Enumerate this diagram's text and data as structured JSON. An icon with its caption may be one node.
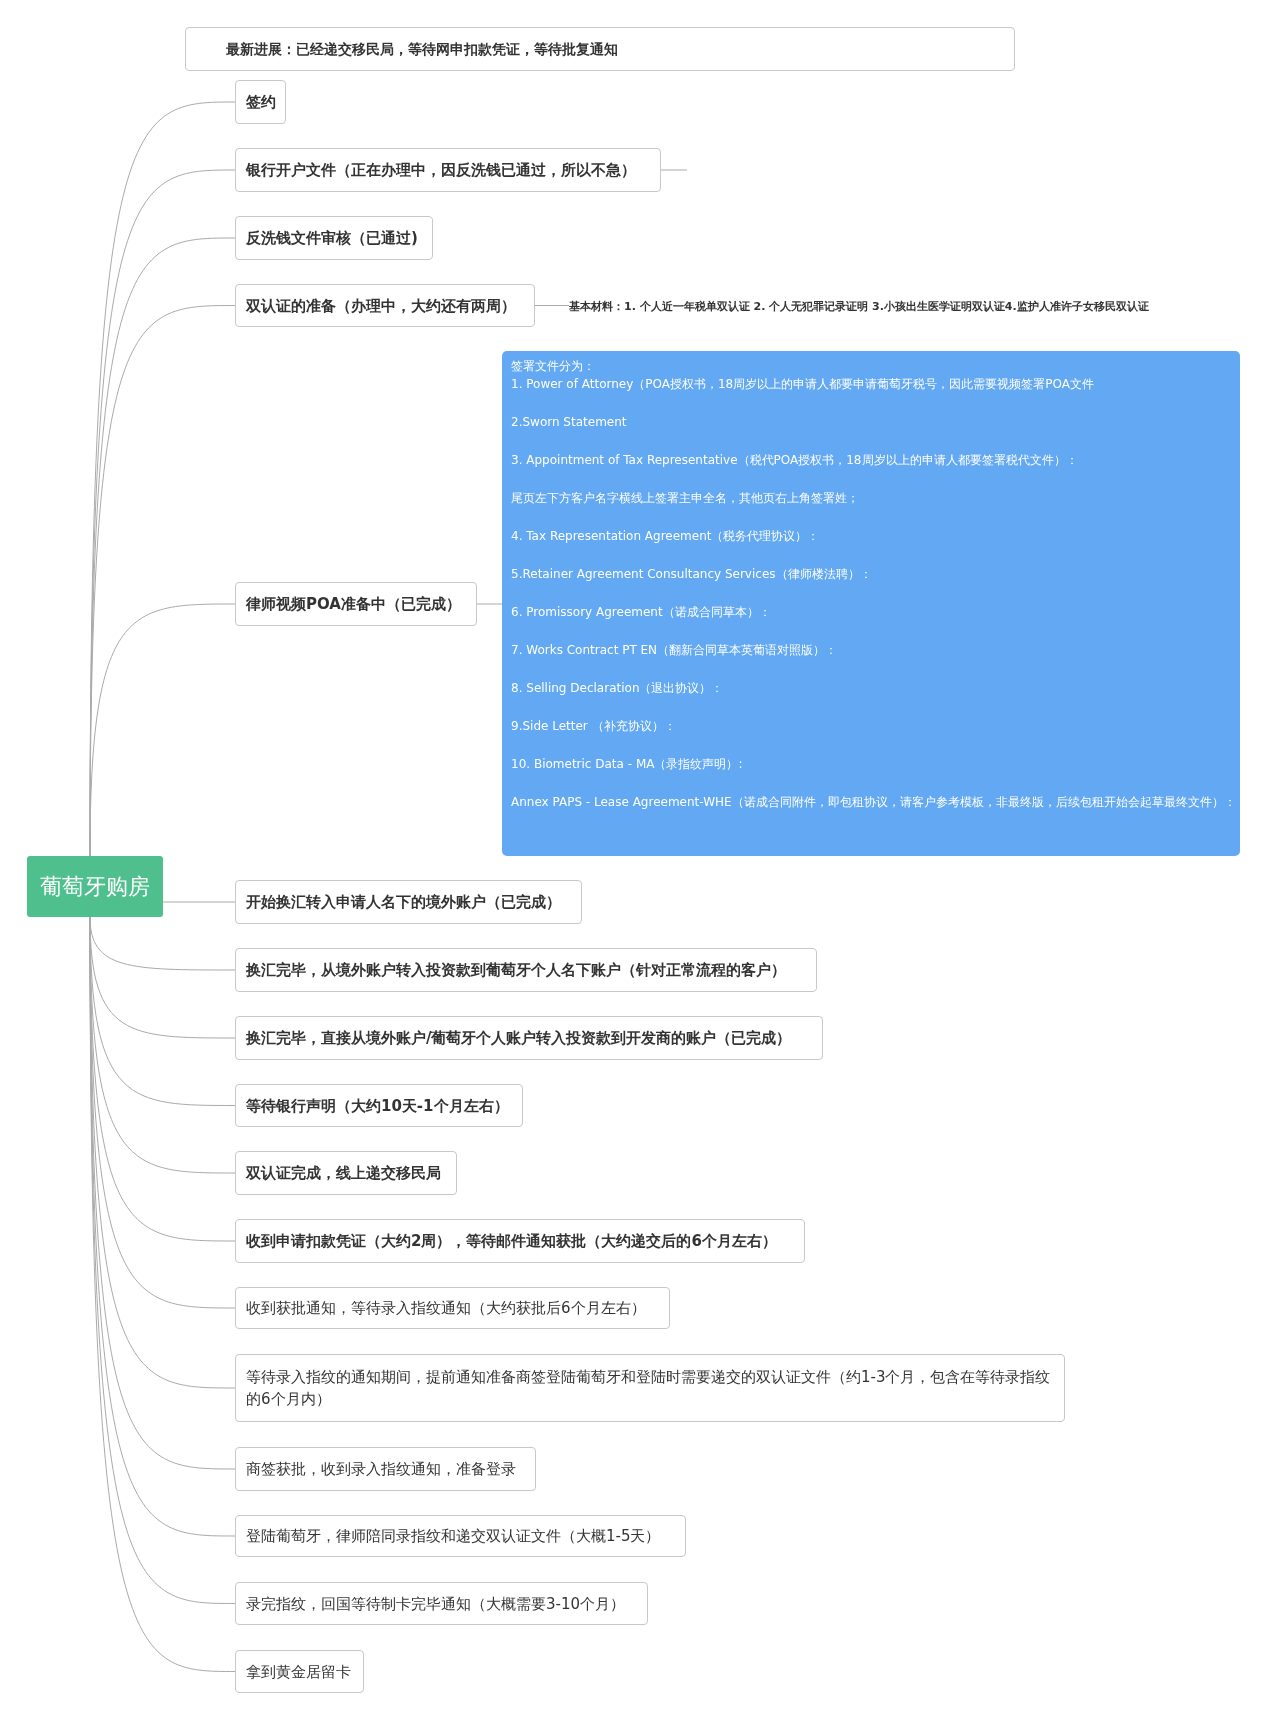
{
  "diagram": {
    "nodes": [
      {
        "text": [
          "葡萄牙购房"
        ]
      },
      {
        "text": [
          "最新进展：已经递交移民局，等待网申扣款凭证，等待批复通知"
        ]
      },
      {
        "text": [
          "签约"
        ]
      },
      {
        "text": [
          "银行开户文件（正在办理中，因反洗钱已通过，所以不急）"
        ]
      },
      {
        "text": [
          "反洗钱文件审核（已通过)"
        ]
      },
      {
        "text": [
          "双认证的准备（办理中，大约还有两周）"
        ]
      },
      {
        "text": [
          "基本材料：1. 个人近一年税单双认证 2. 个人无犯罪记录证明 3.小孩出生医学证明双认证4.监护人准许子女移民双认证"
        ]
      },
      {
        "text": [
          "律师视频POA准备中（已完成）"
        ]
      },
      {
        "text": [
          "签署文件分为：",
          "1. Power of Attorney（POA授权书，18周岁以上的申请人都要申请葡萄牙税号，因此需要视频签署POA文件",
          "2.Sworn Statement",
          "3. Appointment of Tax Representative（税代POA授权书，18周岁以上的申请人都要签署税代文件）：",
          "尾页左下方客户名字横线上签署主申全名，其他页右上角签署姓；",
          "4. Tax Representation Agreement（税务代理协议）：",
          "5.Retainer Agreement Consultancy Services（律师楼法聘）：",
          "6. Promissory Agreement（诺成合同草本）：",
          "7. Works Contract PT EN（翻新合同草本英葡语对照版）：",
          "8. Selling Declaration（退出协议）：",
          "9.Side Letter （补充协议）：",
          "10. Biometric Data - MA（录指纹声明）:",
          "Annex PAPS - Lease Agreement-WHE（诺成合同附件，即包租协议，请客户参考模板，非最终版，后续包租开始会起草最终文件）："
        ]
      },
      {
        "text": [
          "开始换汇转入申请人名下的境外账户（已完成）"
        ]
      },
      {
        "text": [
          "换汇完毕，从境外账户转入投资款到葡萄牙个人名下账户（针对正常流程的客户）"
        ]
      },
      {
        "text": [
          "换汇完毕，直接从境外账户/葡萄牙个人账户转入投资款到开发商的账户（已完成）"
        ]
      },
      {
        "text": [
          "等待银行声明（大约10天-1个月左右）"
        ]
      },
      {
        "text": [
          "双认证完成，线上递交移民局"
        ]
      },
      {
        "text": [
          "收到申请扣款凭证（大约2周），等待邮件通知获批（大约递交后的6个月左右）"
        ]
      },
      {
        "text": [
          "收到获批通知，等待录入指纹通知（大约获批后6个月左右）"
        ]
      },
      {
        "text": [
          "等待录入指纹的通知期间，提前通知准备商签登陆葡萄牙和登陆时需要递交的双认证文件（约1-3个月，包含在等待录指纹的6个月内）"
        ]
      },
      {
        "text": [
          "商签获批，收到录入指纹通知，准备登录"
        ]
      },
      {
        "text": [
          "登陆葡萄牙，律师陪同录指纹和递交双认证文件（大概1-5天）"
        ]
      },
      {
        "text": [
          "录完指纹，回国等待制卡完毕通知（大概需要3-10个月）"
        ]
      },
      {
        "text": [
          "拿到黄金居留卡"
        ]
      }
    ],
    "edges": [
      {
        "from": 0,
        "to": 2,
        "arrow": "none"
      },
      {
        "from": 0,
        "to": 3,
        "arrow": "none"
      },
      {
        "from": 0,
        "to": 4,
        "arrow": "none"
      },
      {
        "from": 0,
        "to": 5,
        "arrow": "none"
      },
      {
        "from": 0,
        "to": 7,
        "arrow": "none"
      },
      {
        "from": 0,
        "to": 9,
        "arrow": "none"
      },
      {
        "from": 0,
        "to": 10,
        "arrow": "none"
      },
      {
        "from": 0,
        "to": 11,
        "arrow": "none"
      },
      {
        "from": 0,
        "to": 12,
        "arrow": "none"
      },
      {
        "from": 0,
        "to": 13,
        "arrow": "none"
      },
      {
        "from": 0,
        "to": 14,
        "arrow": "none"
      },
      {
        "from": 0,
        "to": 15,
        "arrow": "none"
      },
      {
        "from": 0,
        "to": 16,
        "arrow": "none"
      },
      {
        "from": 0,
        "to": 17,
        "arrow": "none"
      },
      {
        "from": 0,
        "to": 18,
        "arrow": "none"
      },
      {
        "from": 0,
        "to": 19,
        "arrow": "none"
      },
      {
        "from": 0,
        "to": 20,
        "arrow": "none"
      },
      {
        "from": 5,
        "to": 6,
        "arrow": "none"
      },
      {
        "from": 7,
        "to": 8,
        "arrow": "none"
      },
      {
        "from": 3,
        "to": null,
        "arrow": "none"
      }
    ]
  }
}
